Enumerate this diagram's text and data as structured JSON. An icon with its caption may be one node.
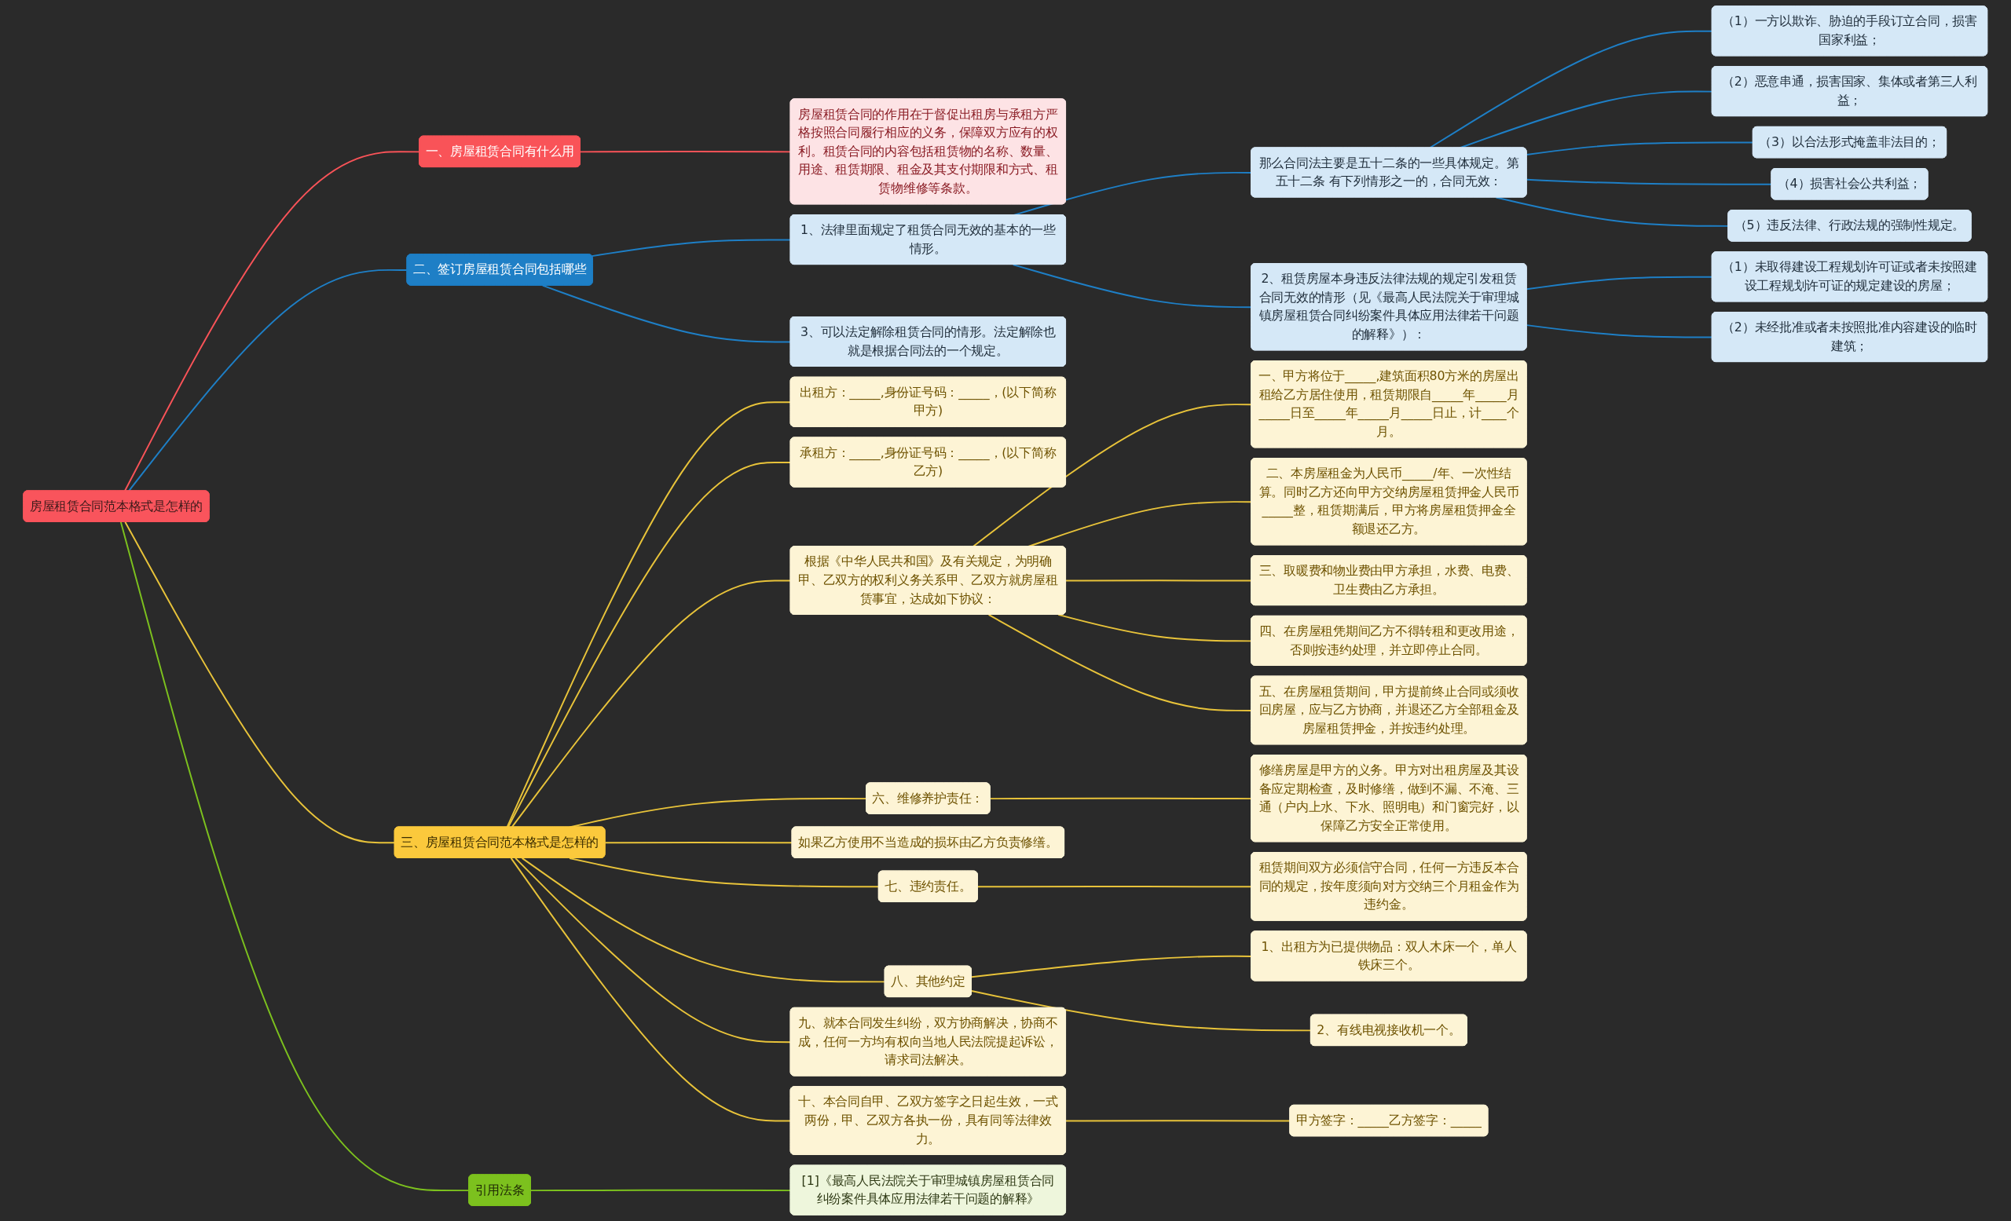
{
  "diagram": {
    "nodes": [
      {
        "text": [
          "房屋租赁合同范本格式是怎样的"
        ]
      },
      {
        "text": [
          "一、房屋租赁合同有什么用"
        ]
      },
      {
        "text": [
          "房屋租赁合同的作用在于督促出租房与承租方严格按照合同履行相应的义务，保障双方应有的权利。租赁合同的内容包括租赁物的名称、数量、用途、租赁期限、租金及其支付期限和方式、租赁物维修等条款。"
        ]
      },
      {
        "text": [
          "二、签订房屋租赁合同包括哪些"
        ]
      },
      {
        "text": [
          "1、法律里面规定了租赁合同无效的基本的一些情形。"
        ]
      },
      {
        "text": [
          "那么合同法主要是五十二条的一些具体规定。第五十二条 有下列情形之一的，合同无效："
        ]
      },
      {
        "text": [
          "（1）一方以欺诈、胁迫的手段订立合同，损害国家利益；"
        ]
      },
      {
        "text": [
          "（2）恶意串通，损害国家、集体或者第三人利益；"
        ]
      },
      {
        "text": [
          "（3）以合法形式掩盖非法目的；"
        ]
      },
      {
        "text": [
          "（4）损害社会公共利益；"
        ]
      },
      {
        "text": [
          "（5）违反法律、行政法规的强制性规定。"
        ]
      },
      {
        "text": [
          "2、租赁房屋本身违反法律法规的规定引发租赁合同无效的情形（见《最高人民法院关于审理城镇房屋租赁合同纠纷案件具体应用法律若干问题的解释》）："
        ]
      },
      {
        "text": [
          "（1）未取得建设工程规划许可证或者未按照建设工程规划许可证的规定建设的房屋；"
        ]
      },
      {
        "text": [
          "（2）未经批准或者未按照批准内容建设的临时建筑；"
        ]
      },
      {
        "text": [
          "3、可以法定解除租赁合同的情形。法定解除也就是根据合同法的一个规定。"
        ]
      },
      {
        "text": [
          "三、房屋租赁合同范本格式是怎样的"
        ]
      },
      {
        "text": [
          "出租方：_____,身份证号码：_____，(以下简称甲方)"
        ]
      },
      {
        "text": [
          "承租方：_____,身份证号码：_____，(以下简称乙方)"
        ]
      },
      {
        "text": [
          "根据《中华人民共和国》及有关规定，为明确甲、乙双方的权利义务关系甲、乙双方就房屋租赁事宜，达成如下协议："
        ]
      },
      {
        "text": [
          "一、甲方将位于_____,建筑面积80方米的房屋出租给乙方居住使用，租赁期限自_____年_____月_____日至_____年_____月_____日止，计____个月。"
        ]
      },
      {
        "text": [
          "二、本房屋租金为人民币_____/年、一次性结算。同时乙方还向甲方交纳房屋租赁押金人民币_____整，租赁期满后，甲方将房屋租赁押金全额退还乙方。"
        ]
      },
      {
        "text": [
          "三、取暖费和物业费由甲方承担，水费、电费、卫生费由乙方承担。"
        ]
      },
      {
        "text": [
          "四、在房屋租凭期间乙方不得转租和更改用途，否则按违约处理，并立即停止合同。"
        ]
      },
      {
        "text": [
          "五、在房屋租赁期间，甲方提前终止合同或须收回房屋，应与乙方协商，并退还乙方全部租金及房屋租赁押金，并按违约处理。"
        ]
      },
      {
        "text": [
          "六、维修养护责任："
        ]
      },
      {
        "text": [
          "修缮房屋是甲方的义务。甲方对出租房屋及其设备应定期检查，及时修缮，做到不漏、不淹、三通（户内上水、下水、照明电）和门窗完好，以保障乙方安全正常使用。"
        ]
      },
      {
        "text": [
          "如果乙方使用不当造成的损坏由乙方负责修缮。"
        ]
      },
      {
        "text": [
          "七、违约责任。"
        ]
      },
      {
        "text": [
          "租赁期间双方必须信守合同，任何一方违反本合同的规定，按年度须向对方交纳三个月租金作为违约金。"
        ]
      },
      {
        "text": [
          "八、其他约定"
        ]
      },
      {
        "text": [
          "1、出租方为已提供物品：双人木床一个，单人铁床三个。"
        ]
      },
      {
        "text": [
          "2、有线电视接收机一个。"
        ]
      },
      {
        "text": [
          "九、就本合同发生纠纷，双方协商解决，协商不成，任何一方均有权向当地人民法院提起诉讼，请求司法解决。"
        ]
      },
      {
        "text": [
          "十、本合同自甲、乙双方签字之日起生效，一式两份，甲、乙双方各执一份，具有同等法律效力。"
        ]
      },
      {
        "text": [
          "甲方签字：_____乙方签字：_____"
        ]
      },
      {
        "text": [
          "引用法条"
        ]
      },
      {
        "text": [
          "[1]《最高人民法院关于审理城镇房屋租赁合同纠纷案件具体应用法律若干问题的解释》"
        ]
      }
    ],
    "edges": [
      {
        "from": 0,
        "to": 1,
        "arrow": "none",
        "color": "#f95358"
      },
      {
        "from": 1,
        "to": 2,
        "arrow": "none",
        "color": "#f95358"
      },
      {
        "from": 0,
        "to": 3,
        "arrow": "none",
        "color": "#1e7fc6"
      },
      {
        "from": 3,
        "to": 4,
        "arrow": "none",
        "color": "#1e7fc6"
      },
      {
        "from": 4,
        "to": 5,
        "arrow": "none",
        "color": "#1e7fc6"
      },
      {
        "from": 5,
        "to": 6,
        "arrow": "none",
        "color": "#1e7fc6"
      },
      {
        "from": 5,
        "to": 7,
        "arrow": "none",
        "color": "#1e7fc6"
      },
      {
        "from": 5,
        "to": 8,
        "arrow": "none",
        "color": "#1e7fc6"
      },
      {
        "from": 5,
        "to": 9,
        "arrow": "none",
        "color": "#1e7fc6"
      },
      {
        "from": 5,
        "to": 10,
        "arrow": "none",
        "color": "#1e7fc6"
      },
      {
        "from": 4,
        "to": 11,
        "arrow": "none",
        "color": "#1e7fc6"
      },
      {
        "from": 11,
        "to": 12,
        "arrow": "none",
        "color": "#1e7fc6"
      },
      {
        "from": 11,
        "to": 13,
        "arrow": "none",
        "color": "#1e7fc6"
      },
      {
        "from": 3,
        "to": 14,
        "arrow": "none",
        "color": "#1e7fc6"
      },
      {
        "from": 0,
        "to": 15,
        "arrow": "none"
      },
      {
        "from": 15,
        "to": 16,
        "arrow": "none"
      },
      {
        "from": 15,
        "to": 17,
        "arrow": "none"
      },
      {
        "from": 15,
        "to": 18,
        "arrow": "none"
      },
      {
        "from": 18,
        "to": 19,
        "arrow": "none"
      },
      {
        "from": 18,
        "to": 20,
        "arrow": "none"
      },
      {
        "from": 18,
        "to": 21,
        "arrow": "none"
      },
      {
        "from": 18,
        "to": 22,
        "arrow": "none"
      },
      {
        "from": 18,
        "to": 23,
        "arrow": "none"
      },
      {
        "from": 15,
        "to": 24,
        "arrow": "none"
      },
      {
        "from": 24,
        "to": 25,
        "arrow": "none"
      },
      {
        "from": 15,
        "to": 26,
        "arrow": "none"
      },
      {
        "from": 15,
        "to": 27,
        "arrow": "none"
      },
      {
        "from": 27,
        "to": 28,
        "arrow": "none"
      },
      {
        "from": 15,
        "to": 29,
        "arrow": "none"
      },
      {
        "from": 29,
        "to": 30,
        "arrow": "none"
      },
      {
        "from": 29,
        "to": 31,
        "arrow": "none"
      },
      {
        "from": 15,
        "to": 32,
        "arrow": "none"
      },
      {
        "from": 15,
        "to": 33,
        "arrow": "none"
      },
      {
        "from": 33,
        "to": 34,
        "arrow": "none"
      },
      {
        "from": 0,
        "to": 35,
        "arrow": "none",
        "color": "#7cc11e"
      },
      {
        "from": 35,
        "to": 36,
        "arrow": "none",
        "color": "#7cc11e"
      }
    ]
  }
}
